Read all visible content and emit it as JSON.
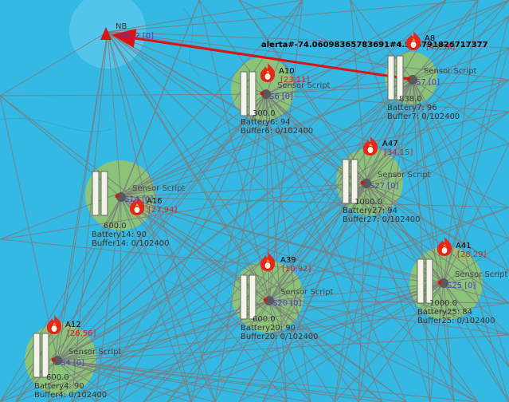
{
  "base_station": {
    "name": "NB",
    "id_label": "NB_2 [0]"
  },
  "alert": {
    "text": "alerta#-74.06098365783691#4.593791826717377"
  },
  "colors": {
    "background": "#34b8e4",
    "sensor_area": "#9bc466",
    "link": "#7b7b7b",
    "alert_line": "#dd1111",
    "fire": "#e8261b"
  },
  "sensors": [
    {
      "key": "s6",
      "name": "A10",
      "coords": "[23,11]",
      "script": "Sensor Script",
      "id_label": "S6 [0]",
      "range": "300.0",
      "battery": "Battery6: 94",
      "buffer": "Buffer6: 0/102400"
    },
    {
      "key": "s7",
      "name": "A8",
      "coords": "[45,58]",
      "script": "Sensor Script",
      "id_label": "S7 [0]",
      "range": "838.0",
      "battery": "Battery7: 96",
      "buffer": "Buffer7: 0/102400"
    },
    {
      "key": "s14",
      "name": "A16",
      "coords": "[27,94]",
      "script": "Sensor Script",
      "id_label": "S14 [0]",
      "range": "600.0",
      "battery": "Battery14: 90",
      "buffer": "Buffer14: 0/102400"
    },
    {
      "key": "s27",
      "name": "A47",
      "coords": "[34,15]",
      "script": "Sensor Script",
      "id_label": "S27 [0]",
      "range": "1000.0",
      "battery": "Battery27: 94",
      "buffer": "Buffer27: 0/102400"
    },
    {
      "key": "s20",
      "name": "A39",
      "coords": "[10,92]",
      "script": "Sensor Script",
      "id_label": "S20 [0]",
      "range": "600.0",
      "battery": "Battery20: 90",
      "buffer": "Buffer20: 0/102400"
    },
    {
      "key": "s25",
      "name": "A41",
      "coords": "[28,29]",
      "script": "Sensor Script",
      "id_label": "S25 [0]",
      "range": "1000.0",
      "battery": "Battery25: 84",
      "buffer": "Buffer25: 0/102400"
    },
    {
      "key": "s4",
      "name": "A12",
      "coords": "[26,56]",
      "script": "Sensor Script",
      "id_label": "S4 [0]",
      "range": "600.0",
      "battery": "Battery4: 90",
      "buffer": "Buffer4: 0/102400"
    }
  ]
}
